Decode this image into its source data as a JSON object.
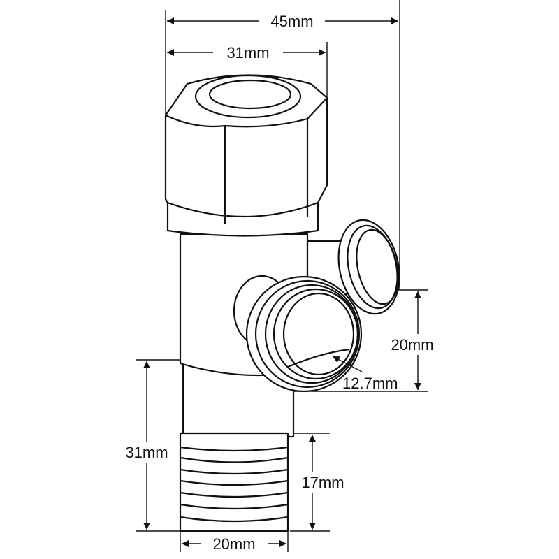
{
  "dimensions": {
    "overall_width": "45mm",
    "cap_width": "31mm",
    "outlet_height": "20mm",
    "outlet_bore": "12.7mm",
    "stem_length": "31mm",
    "thread_length": "17mm",
    "thread_diameter": "20mm"
  }
}
